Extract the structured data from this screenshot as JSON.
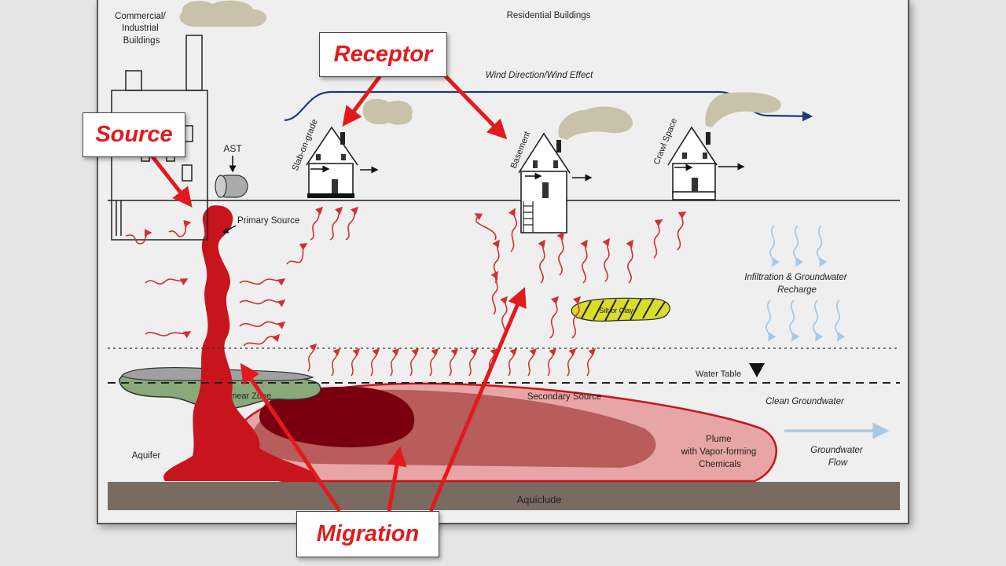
{
  "labels": {
    "commercial": [
      "Commercial/",
      "Industrial",
      "Buildings"
    ],
    "residential": "Residential Buildings",
    "wind": "Wind Direction/Wind Effect",
    "ast": "AST",
    "primary_source": "Primary Source",
    "slab": "Slab-on-grade",
    "basement": "Basement",
    "crawl": "Crawl Space",
    "infiltration": [
      "Infiltration & Groundwater",
      "Recharge"
    ],
    "silt": "Silt or Clay",
    "water_table": "Water Table",
    "smear": "Smear Zone",
    "secondary_source": "Secondary Source",
    "clean_gw": "Clean Groundwater",
    "plume": [
      "Plume",
      "with Vapor-forming",
      "Chemicals"
    ],
    "gw_flow": [
      "Groundwater",
      "Flow"
    ],
    "aquifer": "Aquifer",
    "aquiclude": "Aquiclude"
  },
  "callouts": {
    "receptor": "Receptor",
    "source": "Source",
    "migration": "Migration"
  },
  "colors": {
    "callout_text": "#e31a1c",
    "arrow_red": "#e31a1c",
    "wind_line": "#1f3a7a",
    "plume_light": "#e8a5a5",
    "plume_dark": "#7a0010",
    "source_red": "#c8141c",
    "aquiclude": "#7a6b62",
    "smear_green": "#8aa97a",
    "silt_yellow": "#d8dc2a",
    "infiltration_blue": "#a9c9e3",
    "smoke": "#c7c2a9"
  }
}
